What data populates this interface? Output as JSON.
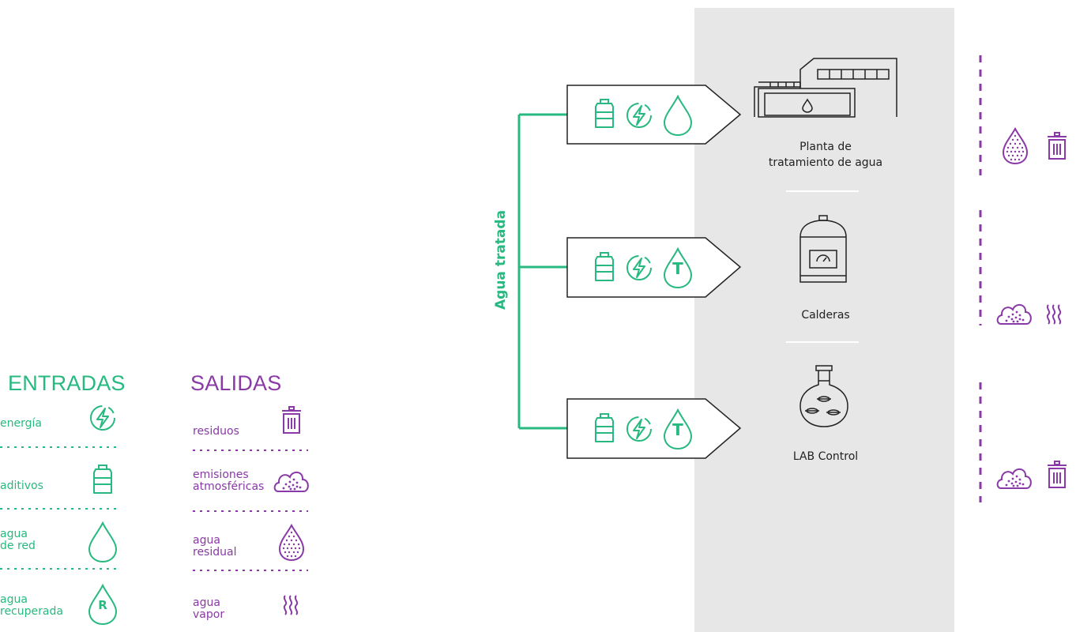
{
  "legend_inputs": {
    "title": "ENTRADAS",
    "items": [
      {
        "label": "energía",
        "icon": "lightning-icon"
      },
      {
        "label": "aditivos",
        "icon": "additive-bottle-icon"
      },
      {
        "label": "agua\nde red",
        "icon": "water-drop-icon"
      },
      {
        "label": "agua\nrecuperada",
        "icon": "recovered-water-drop-icon"
      }
    ]
  },
  "legend_outputs": {
    "title": "SALIDAS",
    "items": [
      {
        "label": "residuos",
        "icon": "trash-bin-icon"
      },
      {
        "label": "emisiones\natmosféricas",
        "icon": "emission-cloud-icon"
      },
      {
        "label": "agua\nresidual",
        "icon": "wastewater-drop-icon"
      },
      {
        "label": "agua\nvapor",
        "icon": "steam-icon"
      }
    ]
  },
  "flow": {
    "vertical_label": "Agua tratada",
    "treated_drop_letter": "T",
    "recovered_drop_letter": "R"
  },
  "nodes": [
    {
      "label_line1": "Planta de",
      "label_line2": "tratamiento de agua",
      "icon": "water-treatment-plant-icon"
    },
    {
      "label_line1": "Calderas",
      "label_line2": "",
      "icon": "boiler-icon"
    },
    {
      "label_line1": "LAB Control",
      "label_line2": "",
      "icon": "lab-flask-icon"
    }
  ],
  "colors": {
    "input_green": "#27b97f",
    "output_purple": "#8a3aa6",
    "panel_grey": "#e7e7e8"
  }
}
